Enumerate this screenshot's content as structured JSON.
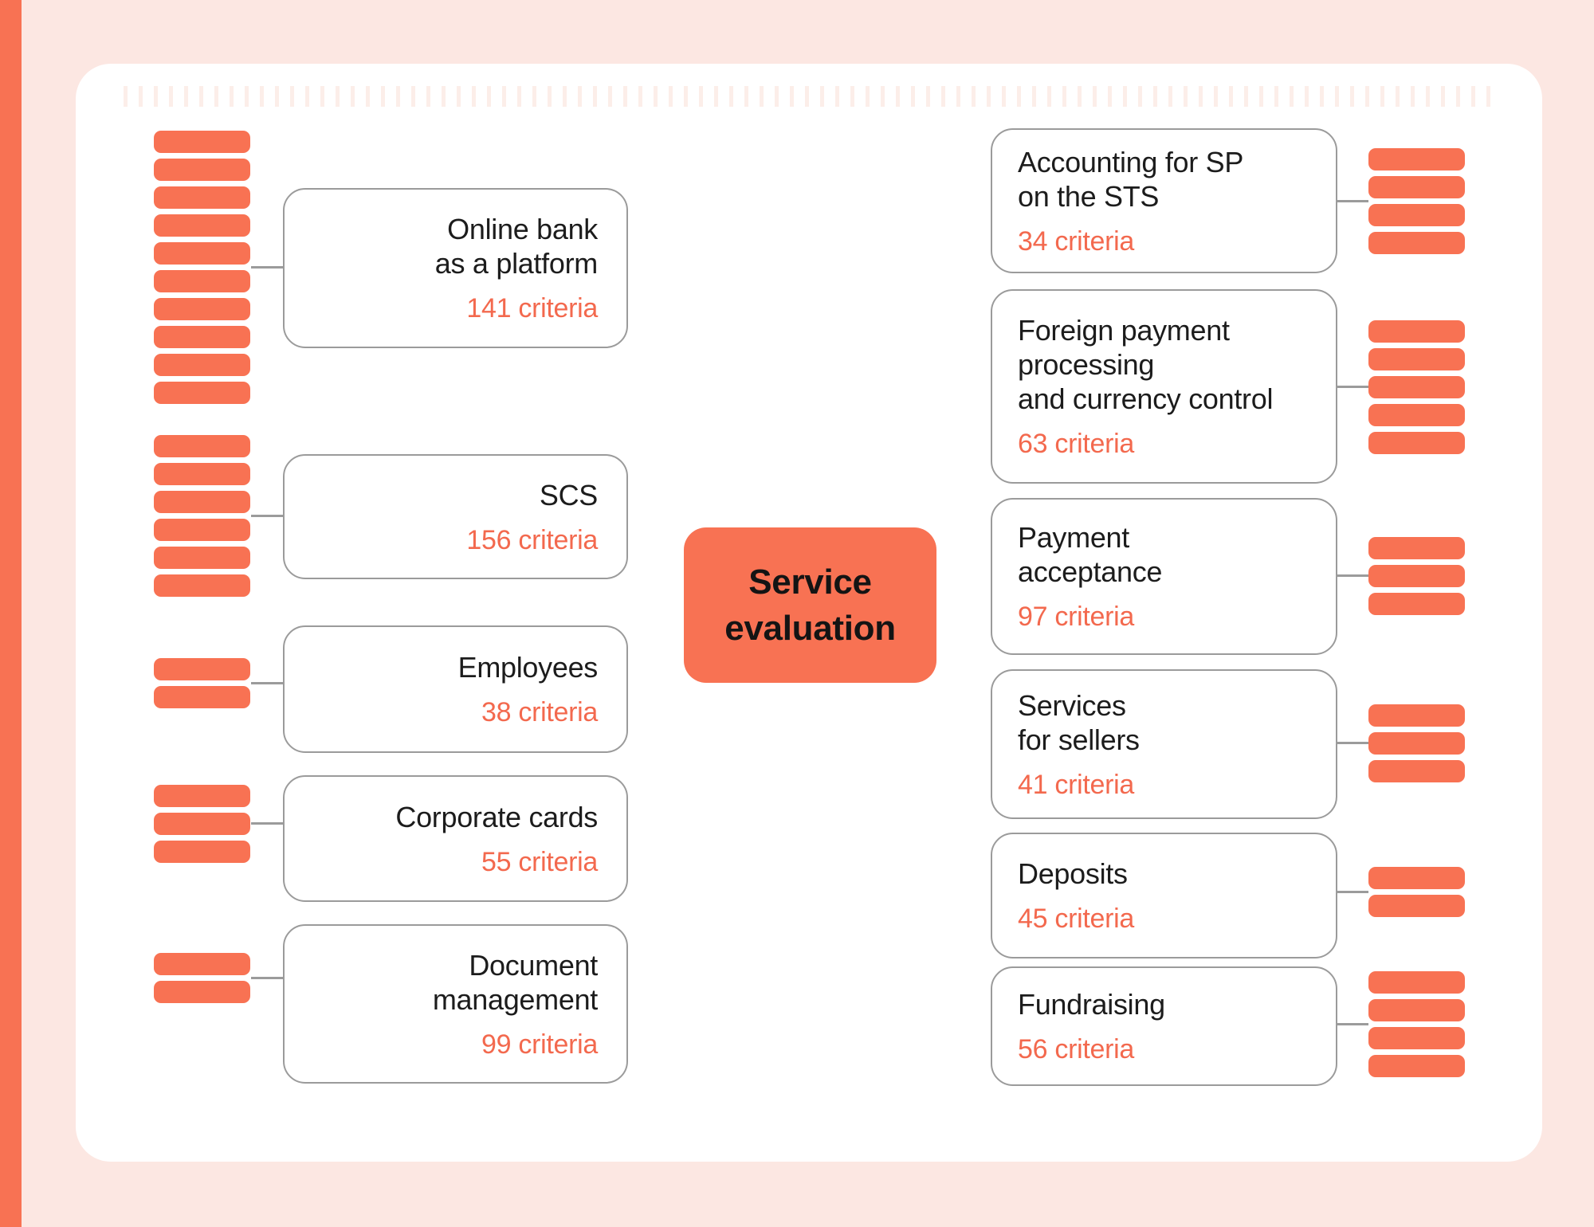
{
  "page": {
    "background": "#FCE7E2",
    "accent": "#F87253",
    "criteria_color": "#F3694E",
    "border_color": "#9B9B9B",
    "title_color": "#1C1C1C"
  },
  "center_node": {
    "title": "Service\nevaluation"
  },
  "left_nodes": [
    {
      "title": "Online bank\nas a platform",
      "criteria": "141 criteria",
      "bars": 10
    },
    {
      "title": "SCS",
      "criteria": "156 criteria",
      "bars": 6
    },
    {
      "title": "Employees",
      "criteria": "38 criteria",
      "bars": 2
    },
    {
      "title": "Corporate cards",
      "criteria": "55 criteria",
      "bars": 3
    },
    {
      "title": "Document\nmanagement",
      "criteria": "99 criteria",
      "bars": 2
    }
  ],
  "right_nodes": [
    {
      "title": "Accounting for SP\non the STS",
      "criteria": "34 criteria",
      "bars": 4
    },
    {
      "title": "Foreign payment\nprocessing\nand currency control",
      "criteria": "63 criteria",
      "bars": 5
    },
    {
      "title": "Payment\nacceptance",
      "criteria": "97 criteria",
      "bars": 3
    },
    {
      "title": "Services\nfor sellers",
      "criteria": "41 criteria",
      "bars": 3
    },
    {
      "title": "Deposits",
      "criteria": "45 criteria",
      "bars": 2
    },
    {
      "title": "Fundraising",
      "criteria": "56 criteria",
      "bars": 4
    }
  ]
}
